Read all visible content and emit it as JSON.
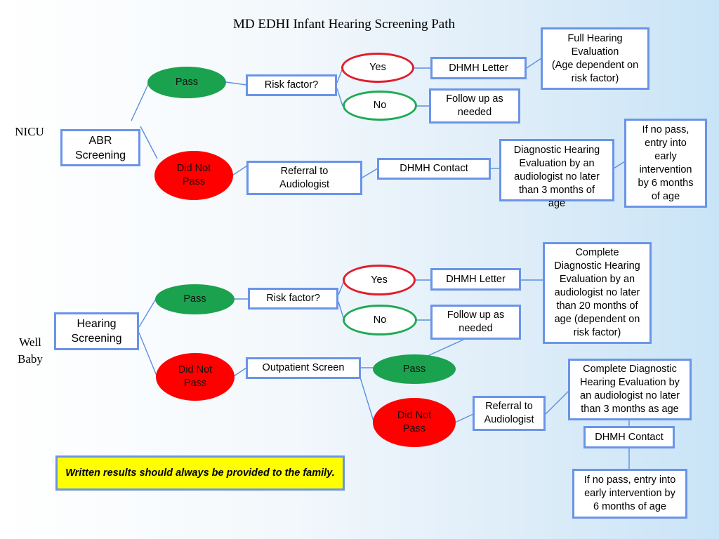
{
  "title": "MD EDHI Infant Hearing Screening Path",
  "nicu": {
    "label": "NICU",
    "start": "ABR\nScreening",
    "pass": "Pass",
    "did_not_pass": "Did Not\nPass",
    "risk": "Risk factor?",
    "yes": "Yes",
    "no": "No",
    "letter": "DHMH Letter",
    "follow_up": "Follow up as\nneeded",
    "full_eval": "Full Hearing\nEvaluation\n(Age dependent on\nrisk factor)",
    "referral": "Referral to\nAudiologist",
    "contact": "DHMH Contact",
    "diag_eval": "Diagnostic Hearing\nEvaluation by an\naudiologist no later\nthan 3 months of\nage",
    "intervention": "If no pass,\nentry into\nearly\nintervention\nby 6 months\nof age"
  },
  "well_baby": {
    "label": "Well\nBaby",
    "start": "Hearing\nScreening",
    "pass": "Pass",
    "did_not_pass": "Did Not\nPass",
    "risk": "Risk factor?",
    "yes": "Yes",
    "no": "No",
    "letter": "DHMH Letter",
    "follow_up": "Follow up as\nneeded",
    "complete_eval": "Complete\nDiagnostic Hearing\nEvaluation by an\naudiologist no later\nthan 20 months of\nage (dependent on\nrisk factor)",
    "outpatient": "Outpatient Screen",
    "out_pass": "Pass",
    "out_did_not_pass": "Did Not\nPass",
    "referral": "Referral to\nAudiologist",
    "complete_eval_3": "Complete Diagnostic\nHearing Evaluation by\nan audiologist no later\nthan 3 months as age",
    "contact": "DHMH Contact",
    "intervention": "If no pass, entry into\nearly intervention by\n6 months of age"
  },
  "note": "Written results should always be provided to the family."
}
